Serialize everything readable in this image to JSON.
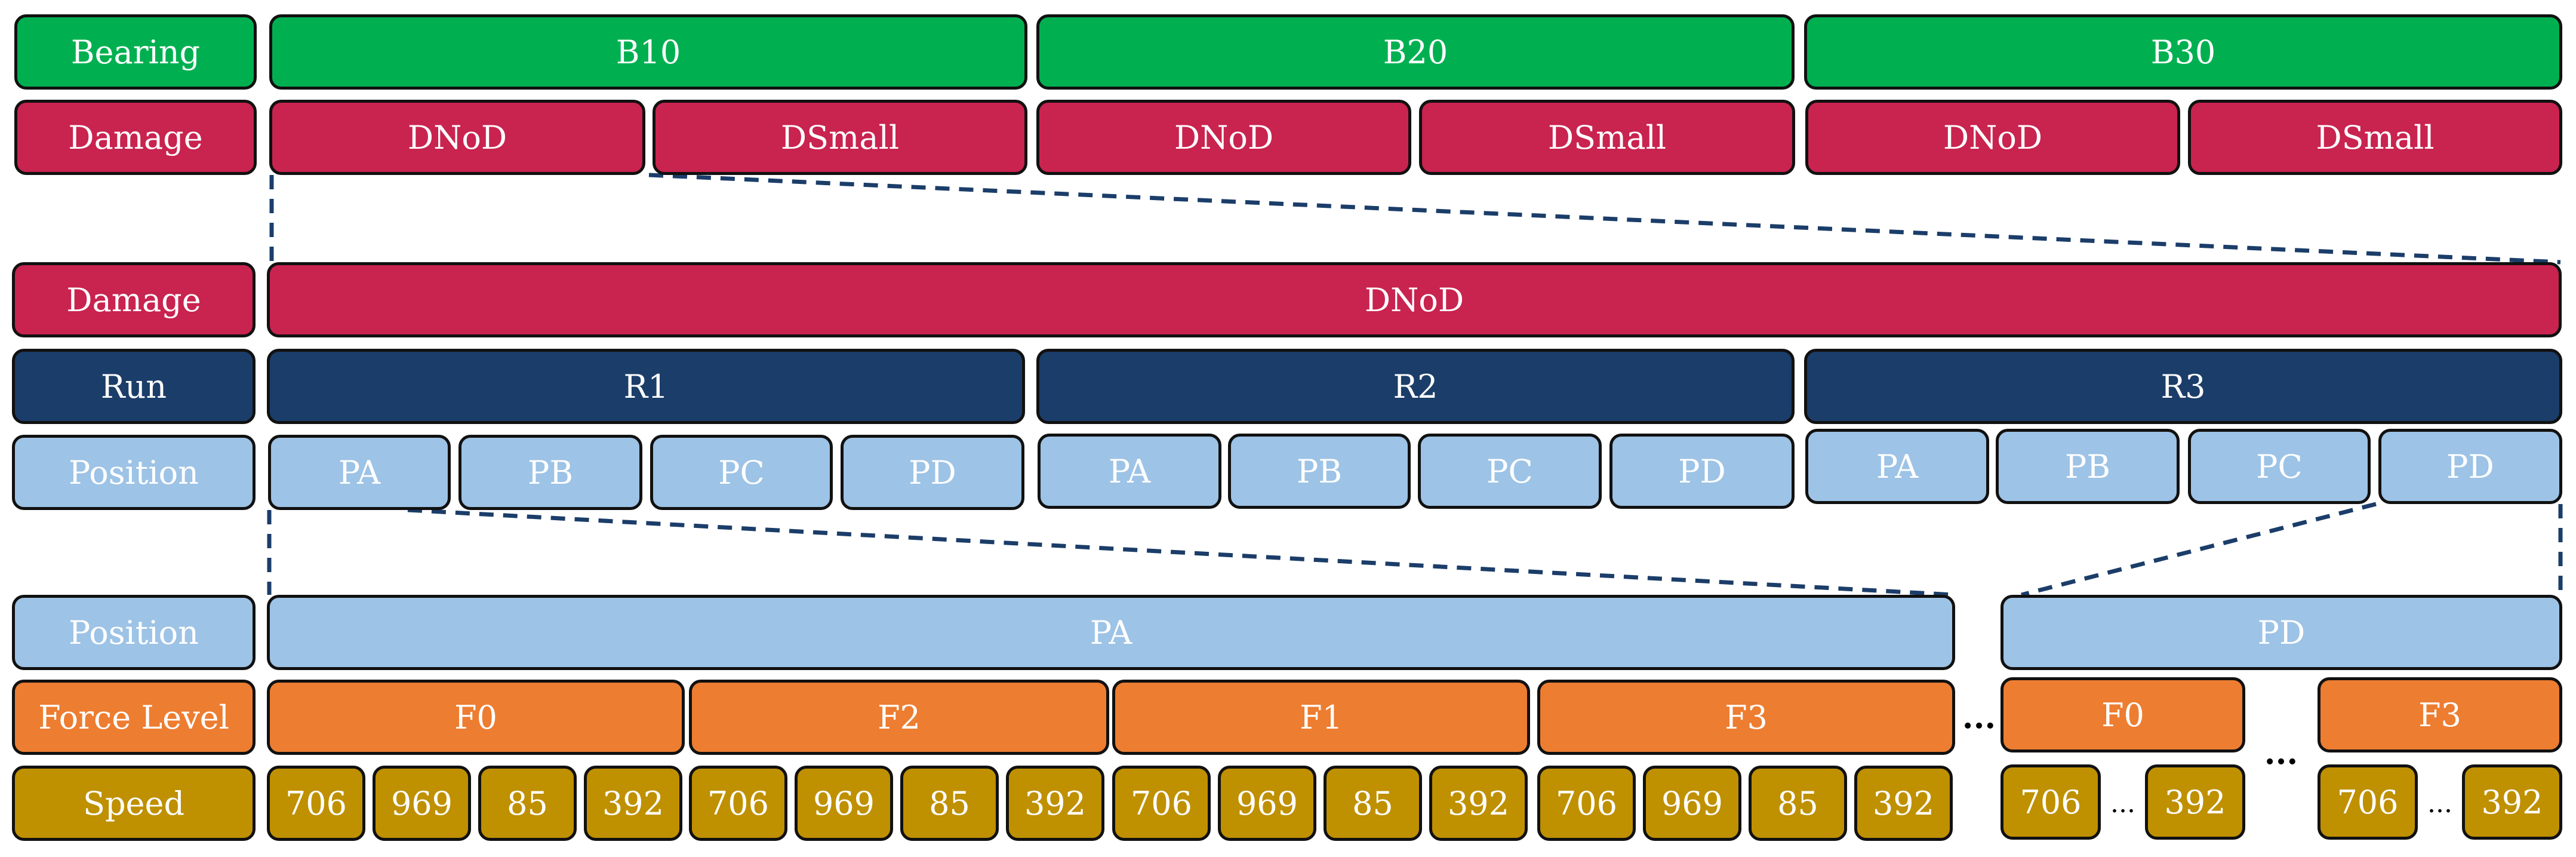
{
  "colors": {
    "bearing": "#00b050",
    "damage": "#c9234f",
    "run": "#1b3d69",
    "position": "#9dc3e6",
    "force": "#ed7d31",
    "speed": "#bf9000",
    "connector": "#1b3d69"
  },
  "labels": {
    "bearing": "Bearing",
    "damage": "Damage",
    "run": "Run",
    "position": "Position",
    "force": "Force Level",
    "speed": "Speed"
  },
  "bearings": [
    "B10",
    "B20",
    "B30"
  ],
  "damage_classes": [
    "DNoD",
    "DSmall"
  ],
  "damage_selected": "DNoD",
  "runs": [
    "R1",
    "R2",
    "R3"
  ],
  "positions": [
    "PA",
    "PB",
    "PC",
    "PD"
  ],
  "positions_selected": [
    "PA",
    "PD"
  ],
  "force_levels_pa": [
    "F0",
    "F2",
    "F1",
    "F3"
  ],
  "force_levels_pd": [
    "F0",
    "F3"
  ],
  "speeds": [
    "706",
    "969",
    "85",
    "392"
  ],
  "pd_speeds": [
    "706",
    "392"
  ],
  "ellipsis": "..."
}
